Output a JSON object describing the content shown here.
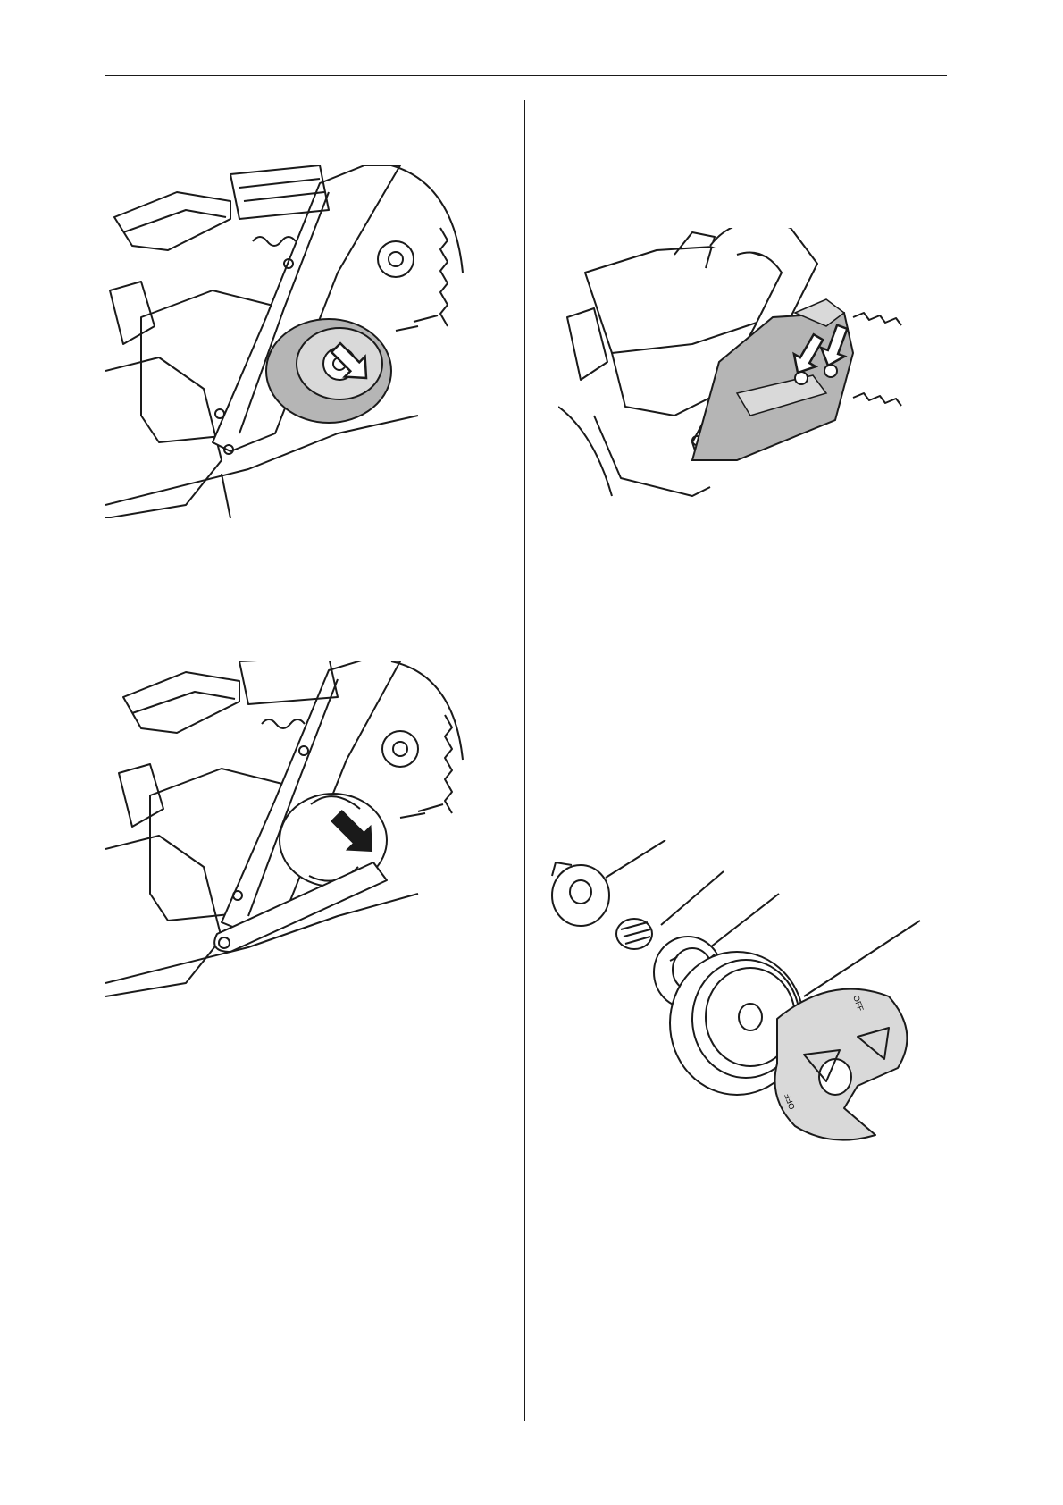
{
  "page": {
    "figures": [
      {
        "id": "clutch-drum-removal",
        "arrow_style": "outline"
      },
      {
        "id": "clutch-tool-removal",
        "arrow_style": "solid"
      },
      {
        "id": "chain-brake-cover-nuts",
        "arrow_style": "outline-double"
      },
      {
        "id": "clutch-exploded-view",
        "labels_on_parts": [
          "OFF",
          "OFF"
        ]
      }
    ]
  },
  "colors": {
    "ink": "#1a1a1a",
    "shade": "#b5b5b5",
    "light": "#d9d9d9"
  }
}
